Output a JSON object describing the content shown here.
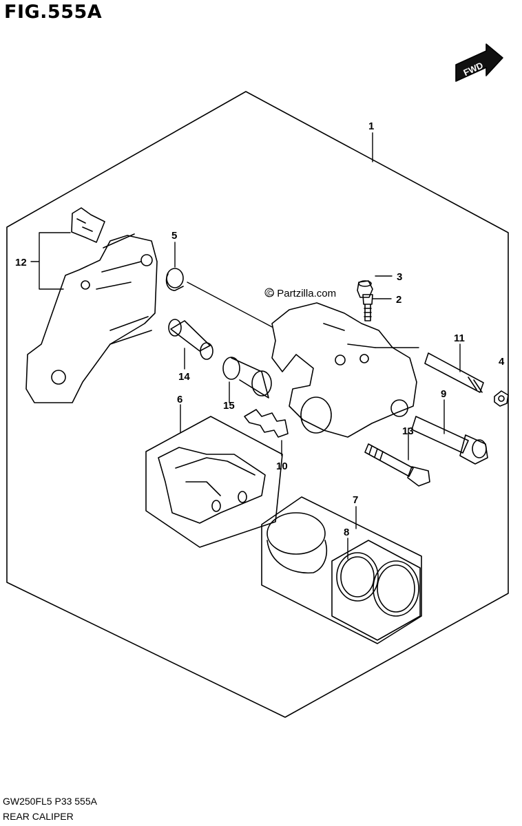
{
  "figure": {
    "title": "FIG.555A",
    "model_code": "GW250FL5  P33  555A",
    "part_name": "REAR CALIPER",
    "watermark": "© Partzilla.com",
    "direction_label": "FWD"
  },
  "callouts": [
    {
      "id": "1",
      "part": "caliper-assembly"
    },
    {
      "id": "2",
      "part": "bleeder-valve"
    },
    {
      "id": "3",
      "part": "bleeder-cap"
    },
    {
      "id": "4",
      "part": "nut"
    },
    {
      "id": "5",
      "part": "boot"
    },
    {
      "id": "6",
      "part": "brake-pad-set"
    },
    {
      "id": "7",
      "part": "piston-set"
    },
    {
      "id": "8",
      "part": "seal-set"
    },
    {
      "id": "9",
      "part": "mounting-bolt"
    },
    {
      "id": "10",
      "part": "pad-spring"
    },
    {
      "id": "11",
      "part": "pad-pin"
    },
    {
      "id": "12",
      "part": "bracket"
    },
    {
      "id": "13",
      "part": "bolt"
    },
    {
      "id": "14",
      "part": "sleeve"
    },
    {
      "id": "15",
      "part": "boot-sleeve"
    }
  ]
}
